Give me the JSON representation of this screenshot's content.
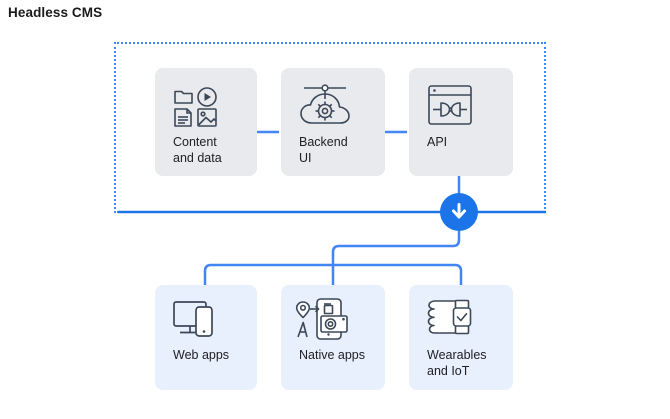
{
  "title": "Headless CMS",
  "colors": {
    "accent_blue": "#1b74e8",
    "connector_blue": "#4285f4",
    "top_card_bg": "#e8eaed",
    "bottom_card_bg": "#e8effd",
    "icon_stroke": "#3c4858",
    "text": "#202124",
    "title_text": "#1a1a1a"
  },
  "backend_group": {
    "boundary_style": "dotted",
    "cards": [
      {
        "id": "content-and-data",
        "label": "Content\nand data",
        "icon": "content-media-icon"
      },
      {
        "id": "backend-ui",
        "label": "Backend\nUI",
        "icon": "cloud-gear-icon"
      },
      {
        "id": "api",
        "label": "API",
        "icon": "api-plug-window-icon"
      }
    ]
  },
  "flow": {
    "arrow_icon": "download-arrow-icon",
    "direction": "down"
  },
  "clients_group": {
    "cards": [
      {
        "id": "web-apps",
        "label": "Web apps",
        "icon": "monitor-phone-icon"
      },
      {
        "id": "native-apps",
        "label": "Native apps",
        "icon": "phone-camera-location-icon"
      },
      {
        "id": "wearables-and-iot",
        "label": "Wearables\nand IoT",
        "icon": "hand-smartwatch-icon"
      }
    ]
  }
}
